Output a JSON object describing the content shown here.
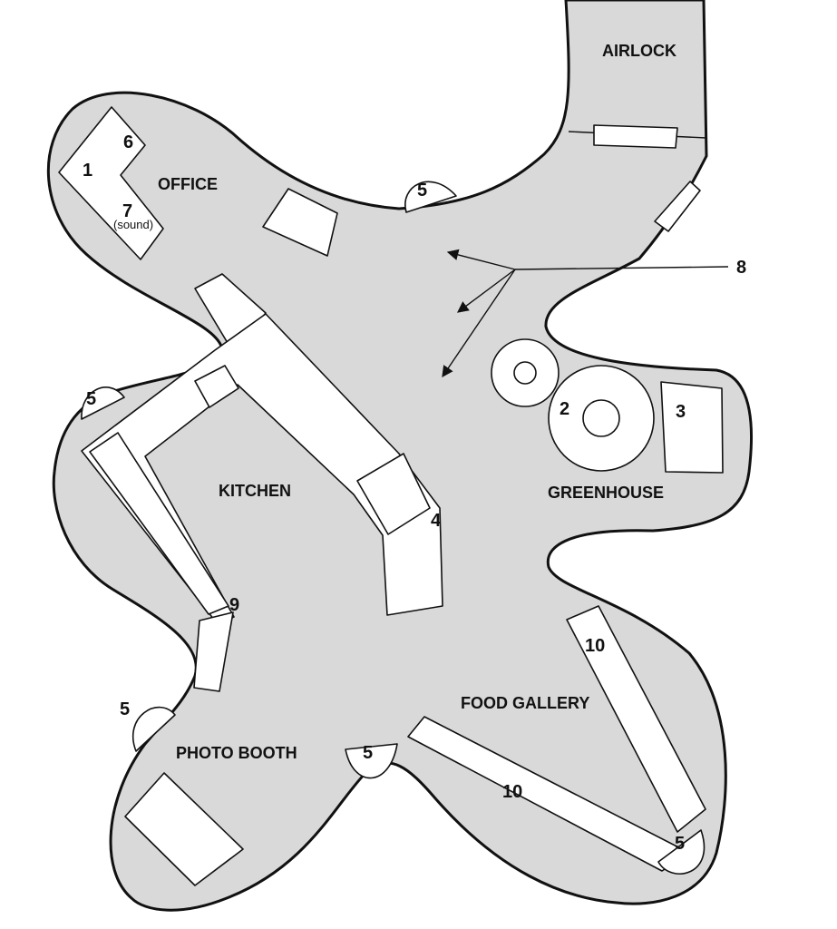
{
  "rooms": {
    "airlock": "AIRLOCK",
    "office": "OFFICE",
    "kitchen": "KITCHEN",
    "greenhouse": "GREENHOUSE",
    "food_gallery": "FOOD GALLERY",
    "photo_booth": "PHOTO BOOTH"
  },
  "markers": {
    "m1": "1",
    "m2": "2",
    "m3": "3",
    "m4": "4",
    "m5": "5",
    "m6": "6",
    "m7": "7",
    "m7_note": "(sound)",
    "m8": "8",
    "m9": "9",
    "m10": "10"
  }
}
